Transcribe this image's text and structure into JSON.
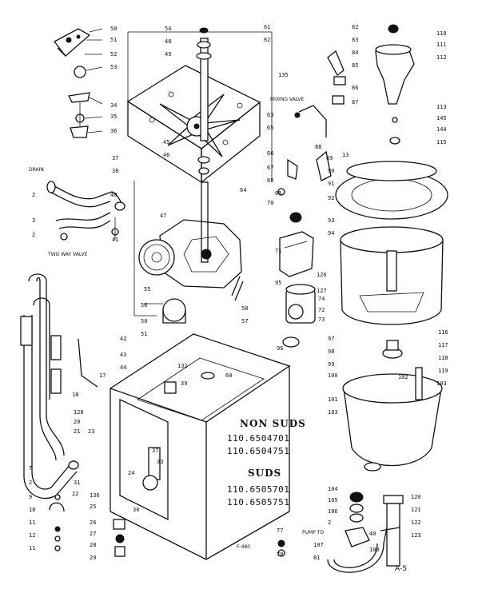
{
  "diagram": {
    "sheet_id": "A-5",
    "model_groups": [
      {
        "heading": "NON SUDS",
        "models": [
          "110.6504701",
          "110.6504751"
        ]
      },
      {
        "heading": "SUDS",
        "models": [
          "110.6505701",
          "110.6505751"
        ]
      }
    ],
    "text_labels": {
      "drain": "DRAIN",
      "two_way_valve": "TWO WAY VALVE",
      "mixing_valve": "MIXING VALVE",
      "pump_to": "PUMP TO",
      "small_code": "F-480"
    },
    "callouts": {
      "c50": "50",
      "c51": "51",
      "c52": "52",
      "c53": "53",
      "c34": "34",
      "c35": "35",
      "c36": "36",
      "c54": "54",
      "c48": "48",
      "c49": "49",
      "c61": "61",
      "c62": "62",
      "c45": "45",
      "c46": "46",
      "c37": "37",
      "c38": "38",
      "c64": "64",
      "c2a": "2",
      "c40a": "40",
      "c3": "3",
      "c2b": "2",
      "c41": "41",
      "c82": "82",
      "c83": "83",
      "c84": "84",
      "c85": "85",
      "c86": "86",
      "c87": "87",
      "c135": "135",
      "c63": "63",
      "c65": "65",
      "c66": "66",
      "c67": "67",
      "c68": "68",
      "c69": "69",
      "c70": "70",
      "c88": "88",
      "c89": "89",
      "c90": "90",
      "c91": "91",
      "c92": "92",
      "c93": "93",
      "c94": "94",
      "c13": "13",
      "c110": "110",
      "c111": "111",
      "c112": "112",
      "c113": "113",
      "c145": "145",
      "c144": "144",
      "c115": "115",
      "c47": "47",
      "c55": "55",
      "c56": "56",
      "c57": "57",
      "c58": "58",
      "c71": "71",
      "c72": "72",
      "c73": "73",
      "c74": "74",
      "c95": "95",
      "c96": "96",
      "c126": "126",
      "c127": "127",
      "c50b": "50",
      "c51b": "51",
      "c42": "42",
      "c43": "43",
      "c44": "44",
      "c17": "17",
      "c18": "18",
      "c132": "132",
      "c39": "39",
      "c60": "60",
      "c128": "128",
      "c20": "20",
      "c21": "21",
      "c23": "23",
      "c7": "7",
      "c2c": "2",
      "c31": "31",
      "c22": "22",
      "c136": "136",
      "c26": "26",
      "c27": "27",
      "c28": "28",
      "c29": "29",
      "c9": "9",
      "c10": "10",
      "c11a": "11",
      "c12": "12",
      "c11b": "11",
      "c24": "24",
      "c25": "25",
      "c33": "33",
      "c37b": "37",
      "c30": "30",
      "c97": "97",
      "c98": "98",
      "c99": "99",
      "c100": "100",
      "c101": "101",
      "c103a": "103",
      "c102": "102",
      "c103b": "103",
      "c116": "116",
      "c117": "117",
      "c118": "118",
      "c119": "119",
      "c104": "104",
      "c105": "105",
      "c106": "106",
      "c2d": "2",
      "c40b": "40",
      "c107": "107",
      "c108": "108",
      "c81": "81",
      "c120": "120",
      "c121": "121",
      "c122": "122",
      "c123": "123",
      "c77": "77",
      "c78": "78"
    }
  }
}
